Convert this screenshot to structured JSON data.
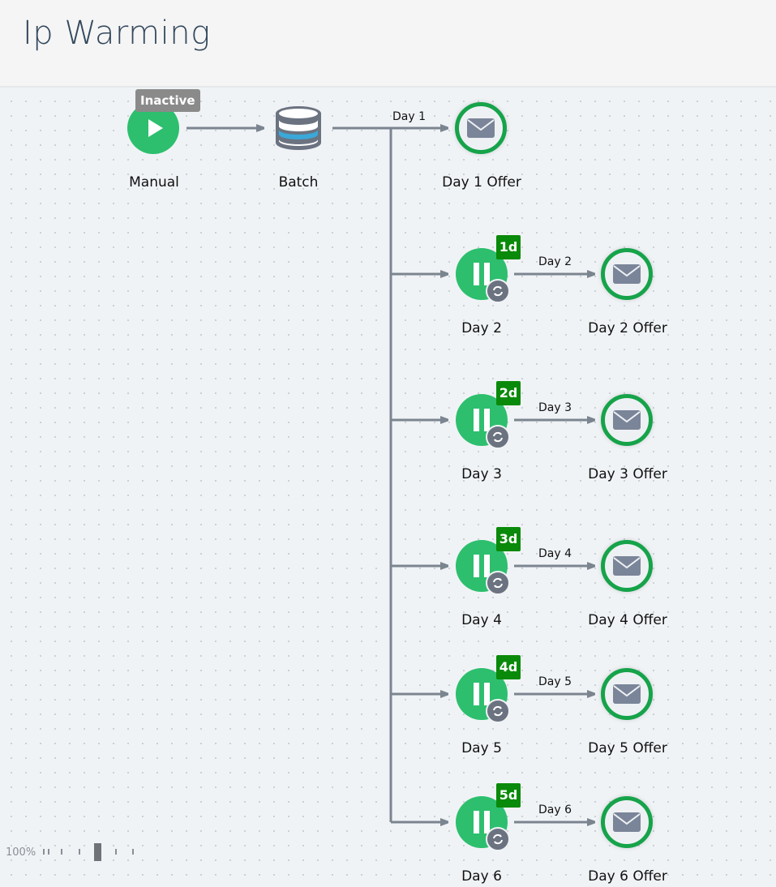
{
  "header": {
    "title": "Ip Warming"
  },
  "tooltip": {
    "text": "Inactive"
  },
  "nodes": {
    "manual": {
      "label": "Manual",
      "icon": "play-icon"
    },
    "batch": {
      "label": "Batch",
      "icon": "database-icon"
    },
    "day1_offer": {
      "label": "Day 1 Offer",
      "icon": "envelope-icon"
    },
    "waits": [
      {
        "label": "Day 2",
        "badge": "1d",
        "edge": "Day 2",
        "offer": "Day 2 Offer"
      },
      {
        "label": "Day 3",
        "badge": "2d",
        "edge": "Day 3",
        "offer": "Day 3 Offer"
      },
      {
        "label": "Day 4",
        "badge": "3d",
        "edge": "Day 4",
        "offer": "Day 4 Offer"
      },
      {
        "label": "Day 5",
        "badge": "4d",
        "edge": "Day 5",
        "offer": "Day 5 Offer"
      },
      {
        "label": "Day 6",
        "badge": "5d",
        "edge": "Day 6",
        "offer": "Day 6 Offer"
      }
    ]
  },
  "edges": {
    "day1": "Day 1"
  },
  "zoom": {
    "level": "100%"
  },
  "colors": {
    "node_green": "#2dbf6e",
    "ring_green": "#16a34a",
    "badge_green": "#0a8a0a",
    "wire": "#7b8590"
  }
}
